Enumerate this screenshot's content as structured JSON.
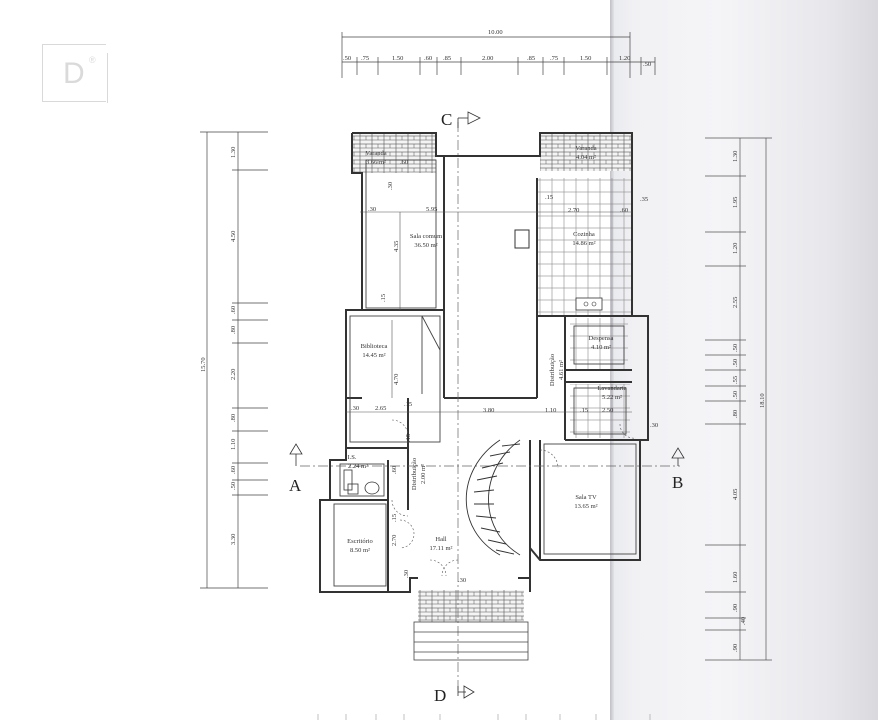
{
  "logo": {
    "letter": "D",
    "mark": "®"
  },
  "sections": {
    "c": "C",
    "d": "D",
    "a": "A",
    "b": "B"
  },
  "top_dimensions": {
    "total": "10.00",
    "segments": [
      ".50",
      ".75",
      "1.50",
      ".60",
      ".85",
      "2.00",
      ".85",
      ".75",
      "1.50",
      "1.20",
      ".50"
    ]
  },
  "left_dimensions": {
    "total": "15.70",
    "segments": [
      "1.30",
      "4.50",
      ".60",
      ".80",
      "2.20",
      ".80",
      "1.10",
      ".60",
      ".50",
      "3.30"
    ]
  },
  "right_dimensions": {
    "total": "18.10",
    "segments": [
      "1.30",
      "1.95",
      "1.20",
      "2.55",
      ".50",
      ".50",
      ".55",
      ".50",
      ".80",
      "4.05",
      "1.60",
      ".90",
      ".40",
      ".90"
    ]
  },
  "inner_dimensions": [
    ".30",
    "5.95",
    ".15",
    "2.70",
    ".60",
    ".35",
    "4.35",
    ".15",
    ".30",
    "2.65",
    ".15",
    "3.80",
    "1.10",
    ".15",
    "2.50",
    ".30",
    "4.70",
    ".15",
    ".30",
    ".60",
    ".15",
    ".60",
    "2.70",
    ".30",
    ".30"
  ],
  "rooms": [
    {
      "name": "Varanda",
      "area": "3.66 m²"
    },
    {
      "name": "Varanda",
      "area": "4.04 m²"
    },
    {
      "name": "Sala comum",
      "area": "36.50 m²"
    },
    {
      "name": "Cozinha",
      "area": "14.86 m²"
    },
    {
      "name": "Biblioteca",
      "area": "14.45 m²"
    },
    {
      "name": "Despensa",
      "area": "4.10 m²"
    },
    {
      "name": "Distribuição",
      "area": "4.61 m²"
    },
    {
      "name": "Lavandaria",
      "area": "5.22 m²"
    },
    {
      "name": "I.S.",
      "area": "2.24 m²"
    },
    {
      "name": "Distribuição",
      "area": "2.00 m²"
    },
    {
      "name": "Sala TV",
      "area": "13.65 m²"
    },
    {
      "name": "Escritório",
      "area": "8.50 m²"
    },
    {
      "name": "Hall",
      "area": "17.11 m²"
    }
  ]
}
